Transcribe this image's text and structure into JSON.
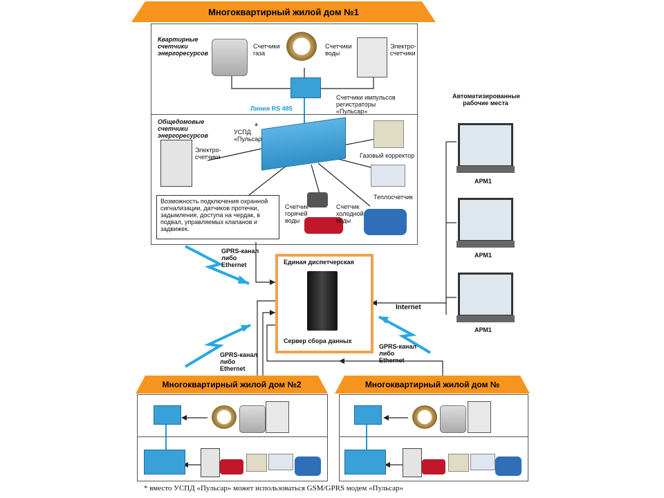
{
  "house1": {
    "title": "Многоквартирный жилой дом №1",
    "apartment_meters_title": "Квартирные счетчики энергоресурсов",
    "gas_meters": "Счетчики газа",
    "water_meters": "Счетчики воды",
    "electric_meters": "Электро-счетчики",
    "rs485_line": "Линия RS 485",
    "pulse_counters": "Счетчики импульсов регистраторы «Пульсар»",
    "common_meters_title": "Общедомовые счетчики энергоресурсов",
    "uspd": "УСПД «Пульсар»",
    "asterisk": "*",
    "electric_meters_2": "Электро-счетчики",
    "gas_corrector": "Газовый корректор",
    "heat_meter": "Теплосчетчик",
    "hot_water_meter": "Счетчик горячей воды",
    "cold_water_meter": "Счетчик холодной воды",
    "security_note": "Возможность подключения охранной сигнализации, датчиков протечки, задымления, доступа на чердак, в подвал, управляемых клапанов и задвижек."
  },
  "dispatch": {
    "title": "Единая диспетчерская",
    "server": "Сервер сбора данных"
  },
  "channels": {
    "gprs_top": "GPRS-канал либо Ethernet",
    "gprs_left": "GPRS-канал либо Ethernet",
    "gprs_right": "GPRS-канал либо Ethernet",
    "internet": "Internet"
  },
  "workplaces": {
    "title": "Автоматизированные рабочие места",
    "items": [
      "АРМ1",
      "АРМ1",
      "АРМ1"
    ]
  },
  "house2": {
    "title": "Многоквартирный жилой дом №2"
  },
  "houseN": {
    "title": "Многоквартирный жилой дом №"
  },
  "footnote": "* вместо УСПД «Пульсар» может использоваться GSM/GPRS модем «Пульсар»",
  "colors": {
    "banner": "#f7941d",
    "frame_orange": "#f0a050",
    "rs485": "#1e9ad6",
    "lightning": "#29a8e0",
    "device_blue": "#3aa0d8"
  }
}
